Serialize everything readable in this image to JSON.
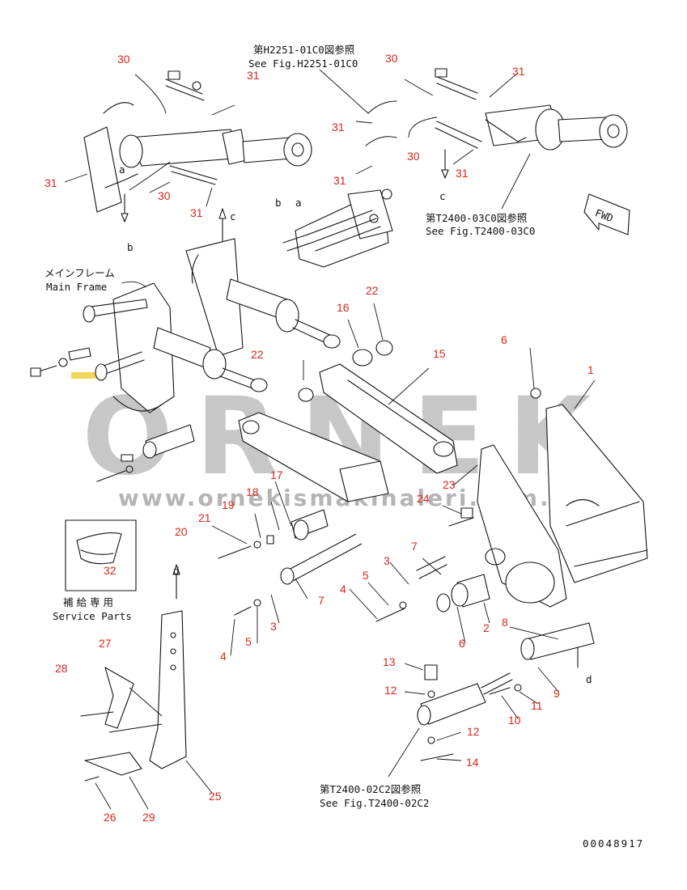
{
  "watermark": {
    "brand": "ORNEK",
    "url": "www.ornekismakinaleri.com.tr",
    "color": "#b7b7b7",
    "accent_color": "#f2d65a"
  },
  "references": {
    "top": {
      "jp": "第H2251-01C0図参照",
      "en": "See Fig.H2251-01C0"
    },
    "right": {
      "jp": "第T2400-03C0図参照",
      "en": "See Fig.T2400-03C0"
    },
    "bottom": {
      "jp": "第T2400-02C2図参照",
      "en": "See Fig.T2400-02C2"
    }
  },
  "frame_label": {
    "jp": "メインフレーム",
    "en": "Main Frame"
  },
  "service": {
    "jp": "補給専用",
    "en": "Service Parts",
    "part": "32"
  },
  "fwd": "FWD",
  "code": "00048917",
  "letters": {
    "a": "a",
    "b": "b",
    "c": "c",
    "d": "d"
  },
  "part_labels": [
    "30",
    "31",
    "30",
    "31",
    "31",
    "30",
    "31",
    "31",
    "30",
    "31",
    "31",
    "16",
    "22",
    "22",
    "15",
    "6",
    "1",
    "17",
    "18",
    "23",
    "24",
    "19",
    "21",
    "20",
    "7",
    "3",
    "5",
    "4",
    "7",
    "3",
    "5",
    "4",
    "2",
    "6",
    "8",
    "13",
    "12",
    "12",
    "14",
    "11",
    "10",
    "9",
    "27",
    "28",
    "25",
    "26",
    "29"
  ],
  "colors": {
    "label": "#d8261c",
    "ink": "#111111"
  }
}
